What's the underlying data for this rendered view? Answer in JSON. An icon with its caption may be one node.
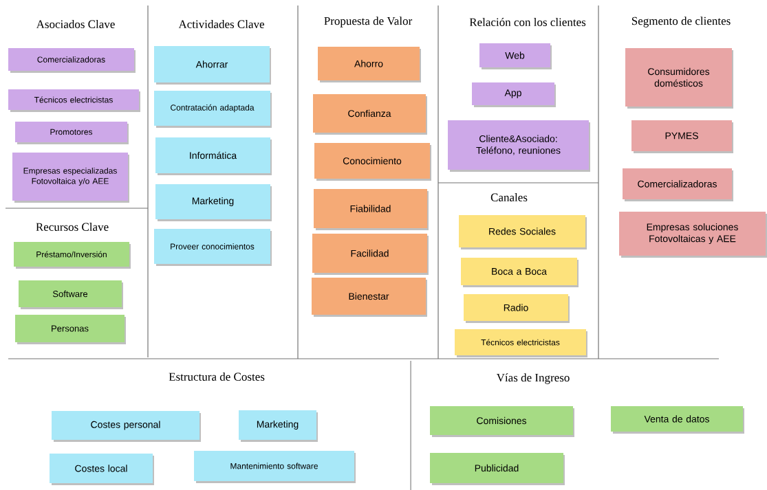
{
  "diagram": {
    "nodes": [
      {
        "text": [
          "Comercializadoras"
        ]
      },
      {
        "text": [
          "Técnicos electricistas"
        ]
      },
      {
        "text": [
          "Promotores"
        ]
      },
      {
        "text": [
          "Empresas especializadas Fotovoltaica y/o AEE"
        ]
      },
      {
        "text": [
          "Préstamo/Inversión"
        ]
      },
      {
        "text": [
          "Software"
        ]
      },
      {
        "text": [
          "Personas"
        ]
      },
      {
        "text": [
          "Ahorrar"
        ]
      },
      {
        "text": [
          "Contratación adaptada"
        ]
      },
      {
        "text": [
          "Informática"
        ]
      },
      {
        "text": [
          "Marketing"
        ]
      },
      {
        "text": [
          "Proveer conocimientos"
        ]
      },
      {
        "text": [
          "Ahorro"
        ]
      },
      {
        "text": [
          "Confianza"
        ]
      },
      {
        "text": [
          "Conocimiento"
        ]
      },
      {
        "text": [
          "Fiabilidad"
        ]
      },
      {
        "text": [
          "Facilidad"
        ]
      },
      {
        "text": [
          "Bienestar"
        ]
      },
      {
        "text": [
          "Web"
        ]
      },
      {
        "text": [
          "App"
        ]
      },
      {
        "text": [
          "Cliente&Asociado: Teléfono, reuniones"
        ]
      },
      {
        "text": [
          "Redes Sociales"
        ]
      },
      {
        "text": [
          "Boca a Boca"
        ]
      },
      {
        "text": [
          "Radio"
        ]
      },
      {
        "text": [
          "Técnicos electricistas"
        ]
      },
      {
        "text": [
          "Consumidores domésticos"
        ]
      },
      {
        "text": [
          "PYMES"
        ]
      },
      {
        "text": [
          "Comercializadoras"
        ]
      },
      {
        "text": [
          "Empresas soluciones Fotovoltaicas y AEE"
        ]
      },
      {
        "text": [
          "Costes personal"
        ]
      },
      {
        "text": [
          "Marketing"
        ]
      },
      {
        "text": [
          "Costes local"
        ]
      },
      {
        "text": [
          "Mantenimiento software"
        ]
      },
      {
        "text": [
          "Comisiones"
        ]
      },
      {
        "text": [
          "Venta de datos"
        ]
      },
      {
        "text": [
          "Publicidad"
        ]
      }
    ],
    "labels": [
      "Asociados Clave",
      "Actividades Clave",
      "Propuesta de Valor",
      "Relación con los clientes",
      "Segmento de clientes",
      "Recursos Clave",
      "Canales",
      "Estructura de Costes",
      "Vías de Ingreso"
    ]
  }
}
